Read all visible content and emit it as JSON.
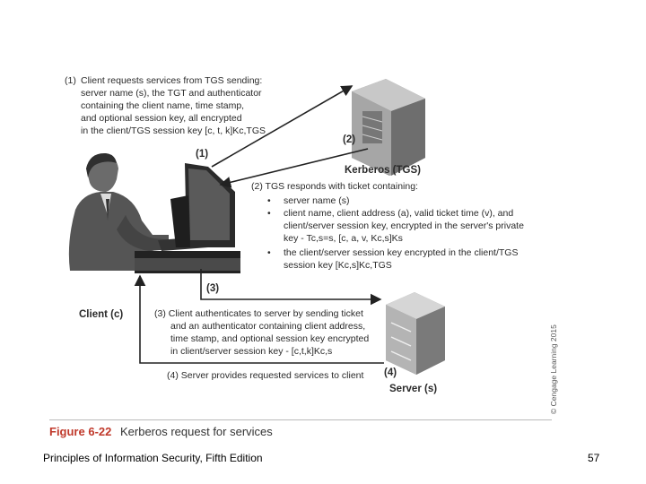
{
  "step1": {
    "number": "(1)",
    "lines": [
      "Client requests services from TGS sending:",
      "server name (s), the TGT and authenticator",
      "containing the client name, time stamp,",
      "and optional session key, all encrypted",
      "in the client/TGS session key [c, t, k]Kc,TGS"
    ]
  },
  "arrow_labels": {
    "one": "(1)",
    "two": "(2)",
    "three": "(3)",
    "four": "(4)"
  },
  "kerberos_label": "Kerberos (TGS)",
  "client_label": "Client (c)",
  "server_label": "Server (s)",
  "step2": {
    "intro": "(2)  TGS responds with ticket containing:",
    "bullets": [
      [
        "server name (s)"
      ],
      [
        "client name, client address (a), valid ticket time (v), and",
        "client/server session key, encrypted in the server's private",
        "key - Tc,s=s, [c, a, v, Kc,s]Ks"
      ],
      [
        "the client/server session key encrypted in the client/TGS",
        "session key [Kc,s]Kc,TGS"
      ]
    ]
  },
  "step3": {
    "lines": [
      "(3)  Client authenticates to server by sending ticket",
      "and an authenticator containing client address,",
      "time stamp, and optional session key encrypted",
      "in client/server session key - [c,t,k]Kc,s"
    ]
  },
  "step4": "(4)  Server provides requested services to client",
  "caption": {
    "number": "Figure 6-22",
    "title": "Kerberos request for services"
  },
  "copyright": "© Cengage Learning 2015",
  "footer": {
    "left": "Principles of Information Security, Fifth Edition",
    "page": "57"
  },
  "colors": {
    "ink": "#2a2a2a",
    "server": "#9a9a9a",
    "caption_red": "#c0392b"
  }
}
